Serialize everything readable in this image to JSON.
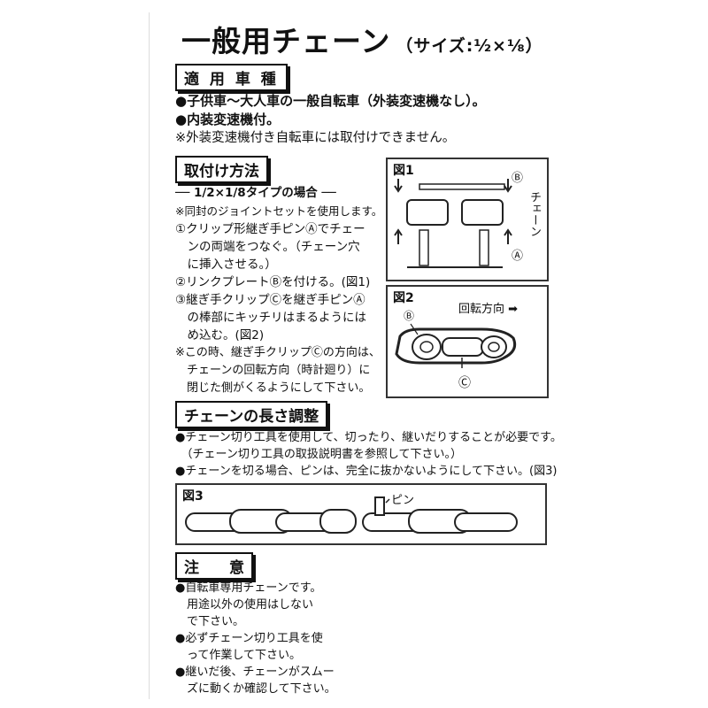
{
  "title": {
    "main": "一般用チェーン",
    "sub": "（サイズ:½×⅛）"
  },
  "sections": {
    "applicable": {
      "heading": "適 用 車 種",
      "lines": [
        "●子供車〜大人車の一般自転車（外装変速機なし）。",
        "●内装変速機付。",
        "※外装変速機付き自転車には取付けできません。"
      ]
    },
    "install": {
      "heading": "取付け方法",
      "subheading": "── 1/2×1/8タイプの場合 ──",
      "lines": [
        "※同封のジョイントセットを使用します。",
        "①クリップ形継ぎ手ピンⒶでチェー",
        "　ンの両端をつなぐ。（チェーン穴",
        "　に挿入させる。）",
        "②リンクプレートⒷを付ける。(図1)",
        "③継ぎ手クリップⒸを継ぎ手ピンⒶ",
        "　の棒部にキッチリはまるようには",
        "　め込む。(図2)",
        "※この時、継ぎ手クリップⒸの方向は、",
        "　チェーンの回転方向（時計廻り）に",
        "　閉じた側がくるようにして下さい。"
      ]
    },
    "length": {
      "heading": "チェーンの長さ調整",
      "lines": [
        "●チェーン切り工具を使用して、切ったり、継いだりすることが必要です。",
        "　（チェーン切り工具の取扱説明書を参照して下さい。）",
        "●チェーンを切る場合、ピンは、完全に抜かないようにして下さい。(図3)"
      ]
    },
    "caution": {
      "heading": "注　　意",
      "lines": [
        "●自転車専用チェーンです。",
        "　用途以外の使用はしない",
        "　で下さい。",
        "●必ずチェーン切り工具を使",
        "　って作業して下さい。",
        "●継いだ後、チェーンがスムー",
        "　ズに動くか確認して下さい。"
      ]
    }
  },
  "figures": {
    "fig1": {
      "label": "図1",
      "b": "Ⓑ",
      "a": "Ⓐ",
      "chain": "チェーン"
    },
    "fig2": {
      "label": "図2",
      "b": "Ⓑ",
      "c": "Ⓒ",
      "rotation": "回転方向 ➡"
    },
    "fig3": {
      "label": "図3",
      "pin": "ピン"
    }
  }
}
